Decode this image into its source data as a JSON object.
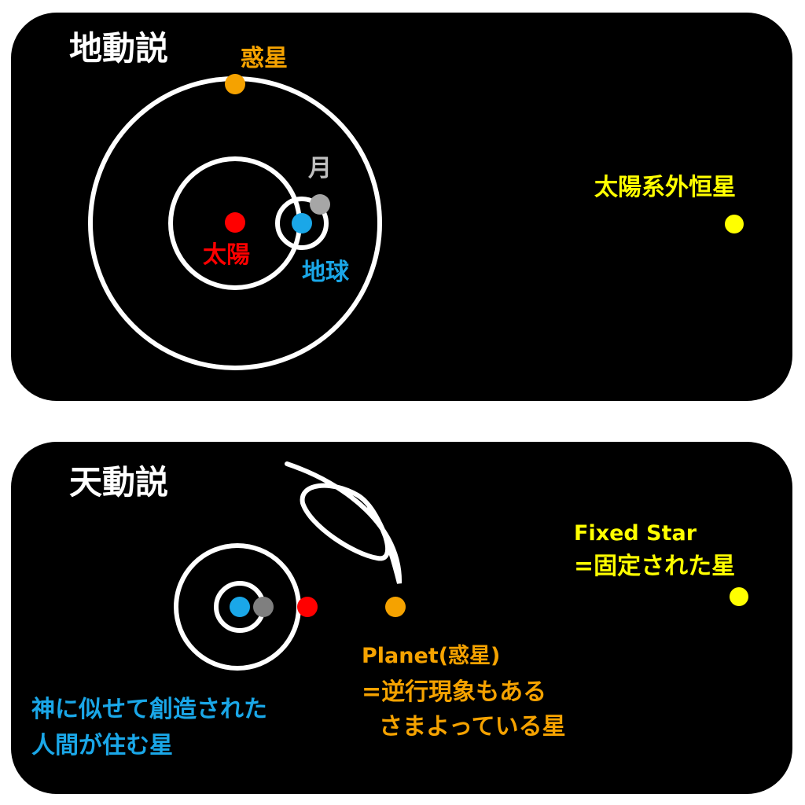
{
  "heliocentric": {
    "title": "地動説",
    "planet_label": "惑星",
    "moon_label": "月",
    "sun_label": "太陽",
    "earth_label": "地球",
    "star_label": "太陽系外恒星"
  },
  "geocentric": {
    "title": "天動説",
    "fixed_star_line1": "Fixed Star",
    "fixed_star_line2": "=固定された星",
    "planet_line1": "Planet(惑星)",
    "planet_line2": "=逆行現象もある",
    "planet_line3": "さまよっている星",
    "earth_line1": "神に似せて創造された",
    "earth_line2": "人間が住む星"
  },
  "colors": {
    "background": "#000000",
    "orbit": "#ffffff",
    "sun": "#ff0000",
    "earth": "#1aa7e8",
    "moon": "#a6a6a6",
    "planet": "#f5a200",
    "star": "#ffff00"
  }
}
